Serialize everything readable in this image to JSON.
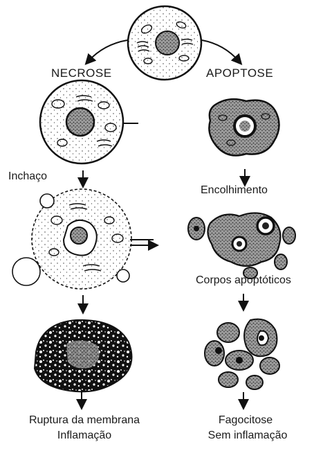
{
  "necrosis": {
    "title": "NECROSE",
    "swelling": "Inchaço",
    "outcome_line1": "Ruptura da membrana",
    "outcome_line2": "Inflamação"
  },
  "apoptosis": {
    "title": "APOPTOSE",
    "shrinkage": "Encolhimento",
    "bodies": "Corpos apoptóticos",
    "outcome_line1": "Fagocitose",
    "outcome_line2": "Sem inflamação"
  },
  "colors": {
    "ink": "#1a1a1a",
    "paper": "#ffffff",
    "shade": "#3a3a3a"
  }
}
